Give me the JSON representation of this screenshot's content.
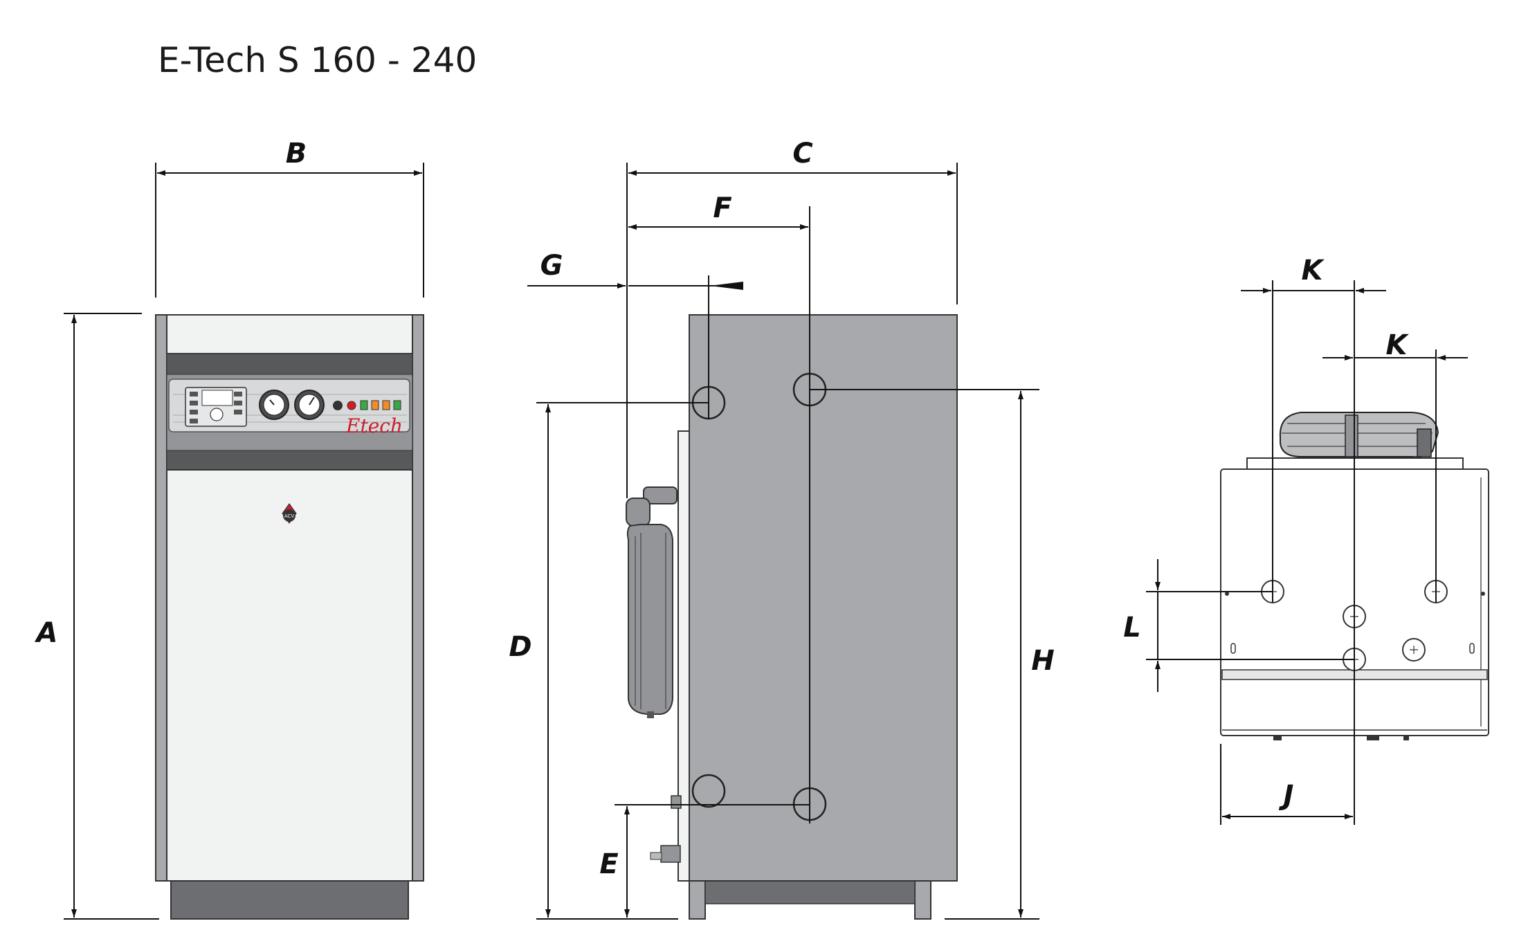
{
  "title": "E-Tech S 160 - 240",
  "brand": {
    "panel_logo": "Etech",
    "badge": "ACV"
  },
  "dimensions": {
    "A": "A",
    "B": "B",
    "C": "C",
    "D": "D",
    "E": "E",
    "F": "F",
    "G": "G",
    "H": "H",
    "J": "J",
    "K1": "K",
    "K2": "K",
    "L": "L"
  },
  "colors": {
    "casing_side": "#a7a9ac",
    "front_panel": "#f1f2f2",
    "dark_band": "#58595b",
    "plinth": "#6d6e71",
    "logo_red": "#c8202f",
    "lamp_green": "#3aa845",
    "lamp_orange": "#f28c28",
    "lamp_red": "#d71920"
  }
}
